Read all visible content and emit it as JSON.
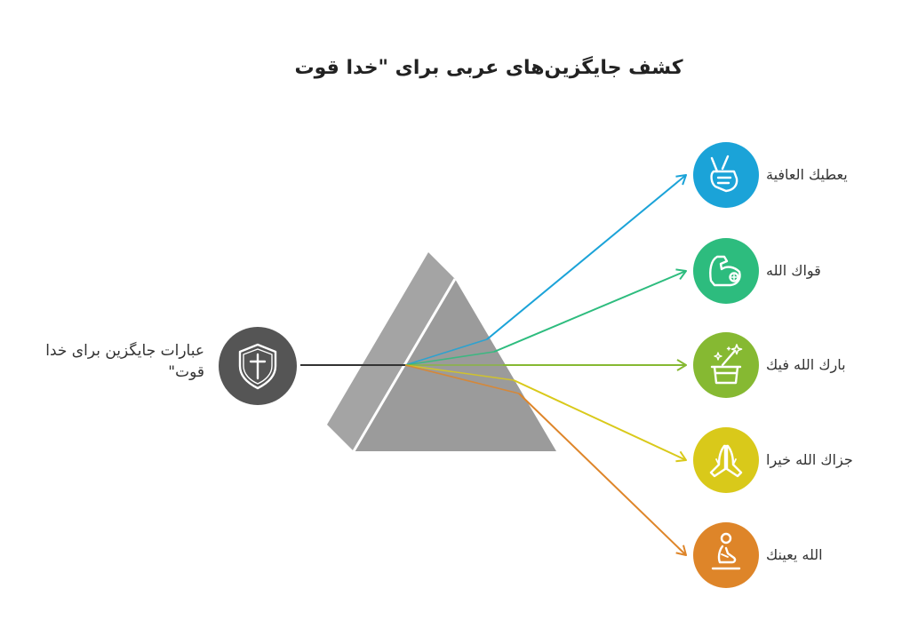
{
  "title": "کشف جایگزین‌های عربی برای \"خدا قوت",
  "source": {
    "label": "عبارات جایگزین برای خدا قوت\"",
    "icon": "shield-cross-icon",
    "color": "#555555"
  },
  "outputs": [
    {
      "label": "يعطيك العافية",
      "icon": "victory-hand-icon",
      "color": "#1BA3D8"
    },
    {
      "label": "قواك الله",
      "icon": "flexed-arm-icon",
      "color": "#2DBC7E"
    },
    {
      "label": "بارك الله فيك",
      "icon": "magic-hat-icon",
      "color": "#86B932"
    },
    {
      "label": "جزاك الله خيرا",
      "icon": "praying-hands-icon",
      "color": "#D9C91A"
    },
    {
      "label": "الله يعينك",
      "icon": "kneeling-person-icon",
      "color": "#DE8529"
    }
  ],
  "colors": {
    "prism": "#9A9A9A",
    "prism_side": "#A8A8A8",
    "beam": "#333333"
  }
}
